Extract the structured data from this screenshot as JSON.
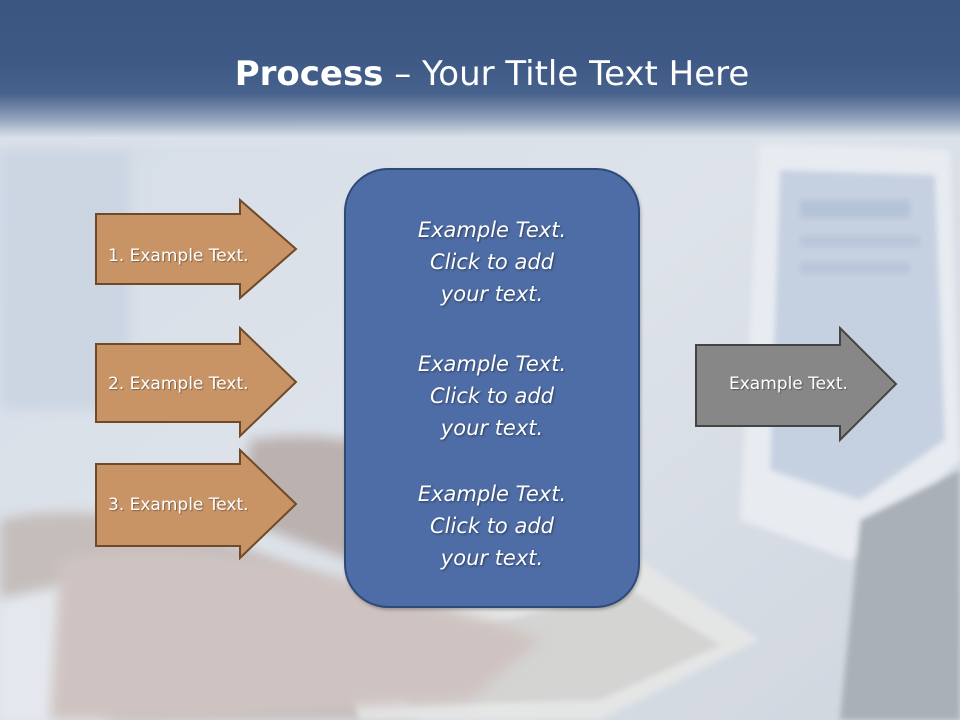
{
  "title": {
    "bold": "Process",
    "rest": " – Your Title Text Here"
  },
  "steps": [
    {
      "label": "1. Example Text."
    },
    {
      "label": "2. Example Text."
    },
    {
      "label": "3. Example Text."
    }
  ],
  "center_blocks": [
    {
      "line1": "Example Text.",
      "line2": "Click  to add",
      "line3": "your text."
    },
    {
      "line1": "Example Text.",
      "line2": "Click  to add",
      "line3": "your text."
    },
    {
      "line1": "Example Text.",
      "line2": "Click  to add",
      "line3": "your text."
    }
  ],
  "result": {
    "label": "Example Text."
  },
  "colors": {
    "header": "#3d5884",
    "step_arrow_fill": "#c89466",
    "step_arrow_border": "#6e4a28",
    "center_box_fill": "#4e6da6",
    "center_box_border": "#2f4a78",
    "result_arrow_fill": "#878787",
    "result_arrow_border": "#444444"
  }
}
